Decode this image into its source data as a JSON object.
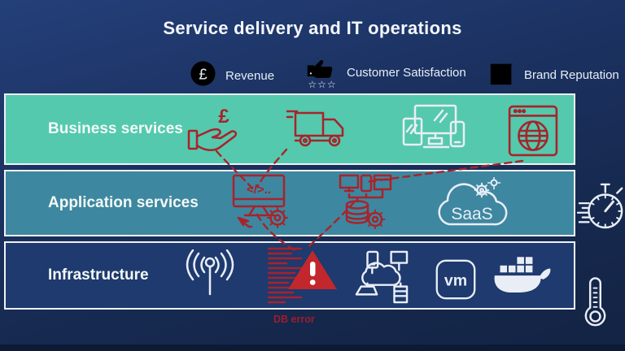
{
  "title": "Service delivery and IT operations",
  "symbols": {
    "pound": "£"
  },
  "legend": {
    "items": [
      {
        "label": "Revenue"
      },
      {
        "label": "Customer Satisfaction",
        "stars": "☆☆☆"
      },
      {
        "label": "Brand Reputation"
      }
    ]
  },
  "bands": {
    "business": {
      "label": "Business services"
    },
    "application": {
      "label": "Application services"
    },
    "infrastructure": {
      "label": "Infrastructure"
    }
  },
  "icon_labels": {
    "saas": "SaaS",
    "vm": "vm",
    "code": "</>.."
  },
  "annotations": {
    "db_error": "DB error"
  },
  "colors": {
    "background": "#16294f",
    "band_business": "#54c9ad",
    "band_application": "#3e87a0",
    "band_infrastructure": "#1e3a6e",
    "icon_red": "#a8232b",
    "alert_red": "#c1272d",
    "icon_white": "#e9eef6"
  }
}
